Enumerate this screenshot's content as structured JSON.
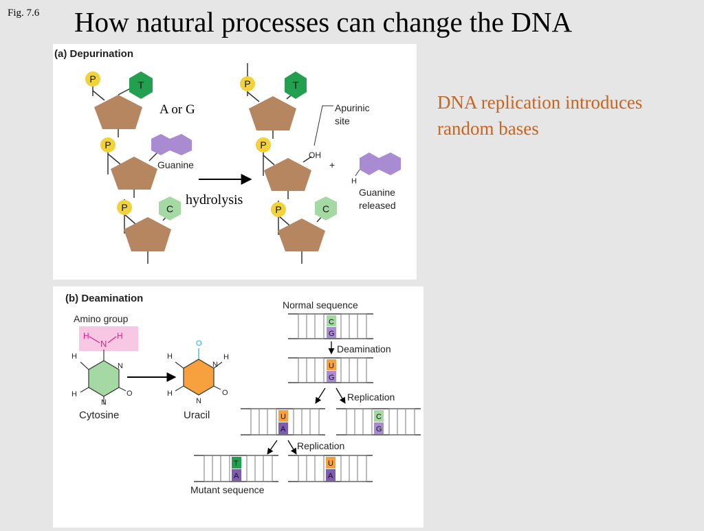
{
  "slide": {
    "fig_label": "Fig. 7.6",
    "title": "How natural processes can change the DNA",
    "side_note": "DNA replication introduces random bases"
  },
  "depurination": {
    "heading": "(a) Depurination",
    "phosphate": "P",
    "base_t": "T",
    "base_c": "C",
    "guanine": "Guanine",
    "a_or_g": "A or G",
    "hydrolysis": "hydrolysis",
    "apurinic_line1": "Apurinic",
    "apurinic_line2": "site",
    "oh": "OH",
    "plus": "+",
    "h": "H",
    "released_line1": "Guanine",
    "released_line2": "released"
  },
  "deamination": {
    "heading": "(b) Deamination",
    "amino_group": "Amino group",
    "h": "H",
    "n": "N",
    "o": "O",
    "cytosine": "Cytosine",
    "uracil": "Uracil",
    "normal_sequence": "Normal sequence",
    "deamination_step": "Deamination",
    "replication_step": "Replication",
    "mutant_sequence": "Mutant sequence",
    "base_c": "C",
    "base_g": "G",
    "base_u": "U",
    "base_a": "A",
    "base_t": "T"
  },
  "colors": {
    "title": "#000000",
    "side_note": "#c9641e",
    "background": "#e6e6e6",
    "sugar": "#b58660",
    "phosphate": "#f2d23a",
    "thymine": "#23a04f",
    "cytosine_base": "#a5d9a4",
    "guanine_purple": "#a98bd1",
    "amino_pink": "#f7c7e4",
    "uracil_orange": "#f6a03e",
    "adenine_purple": "#7e5cb0"
  }
}
